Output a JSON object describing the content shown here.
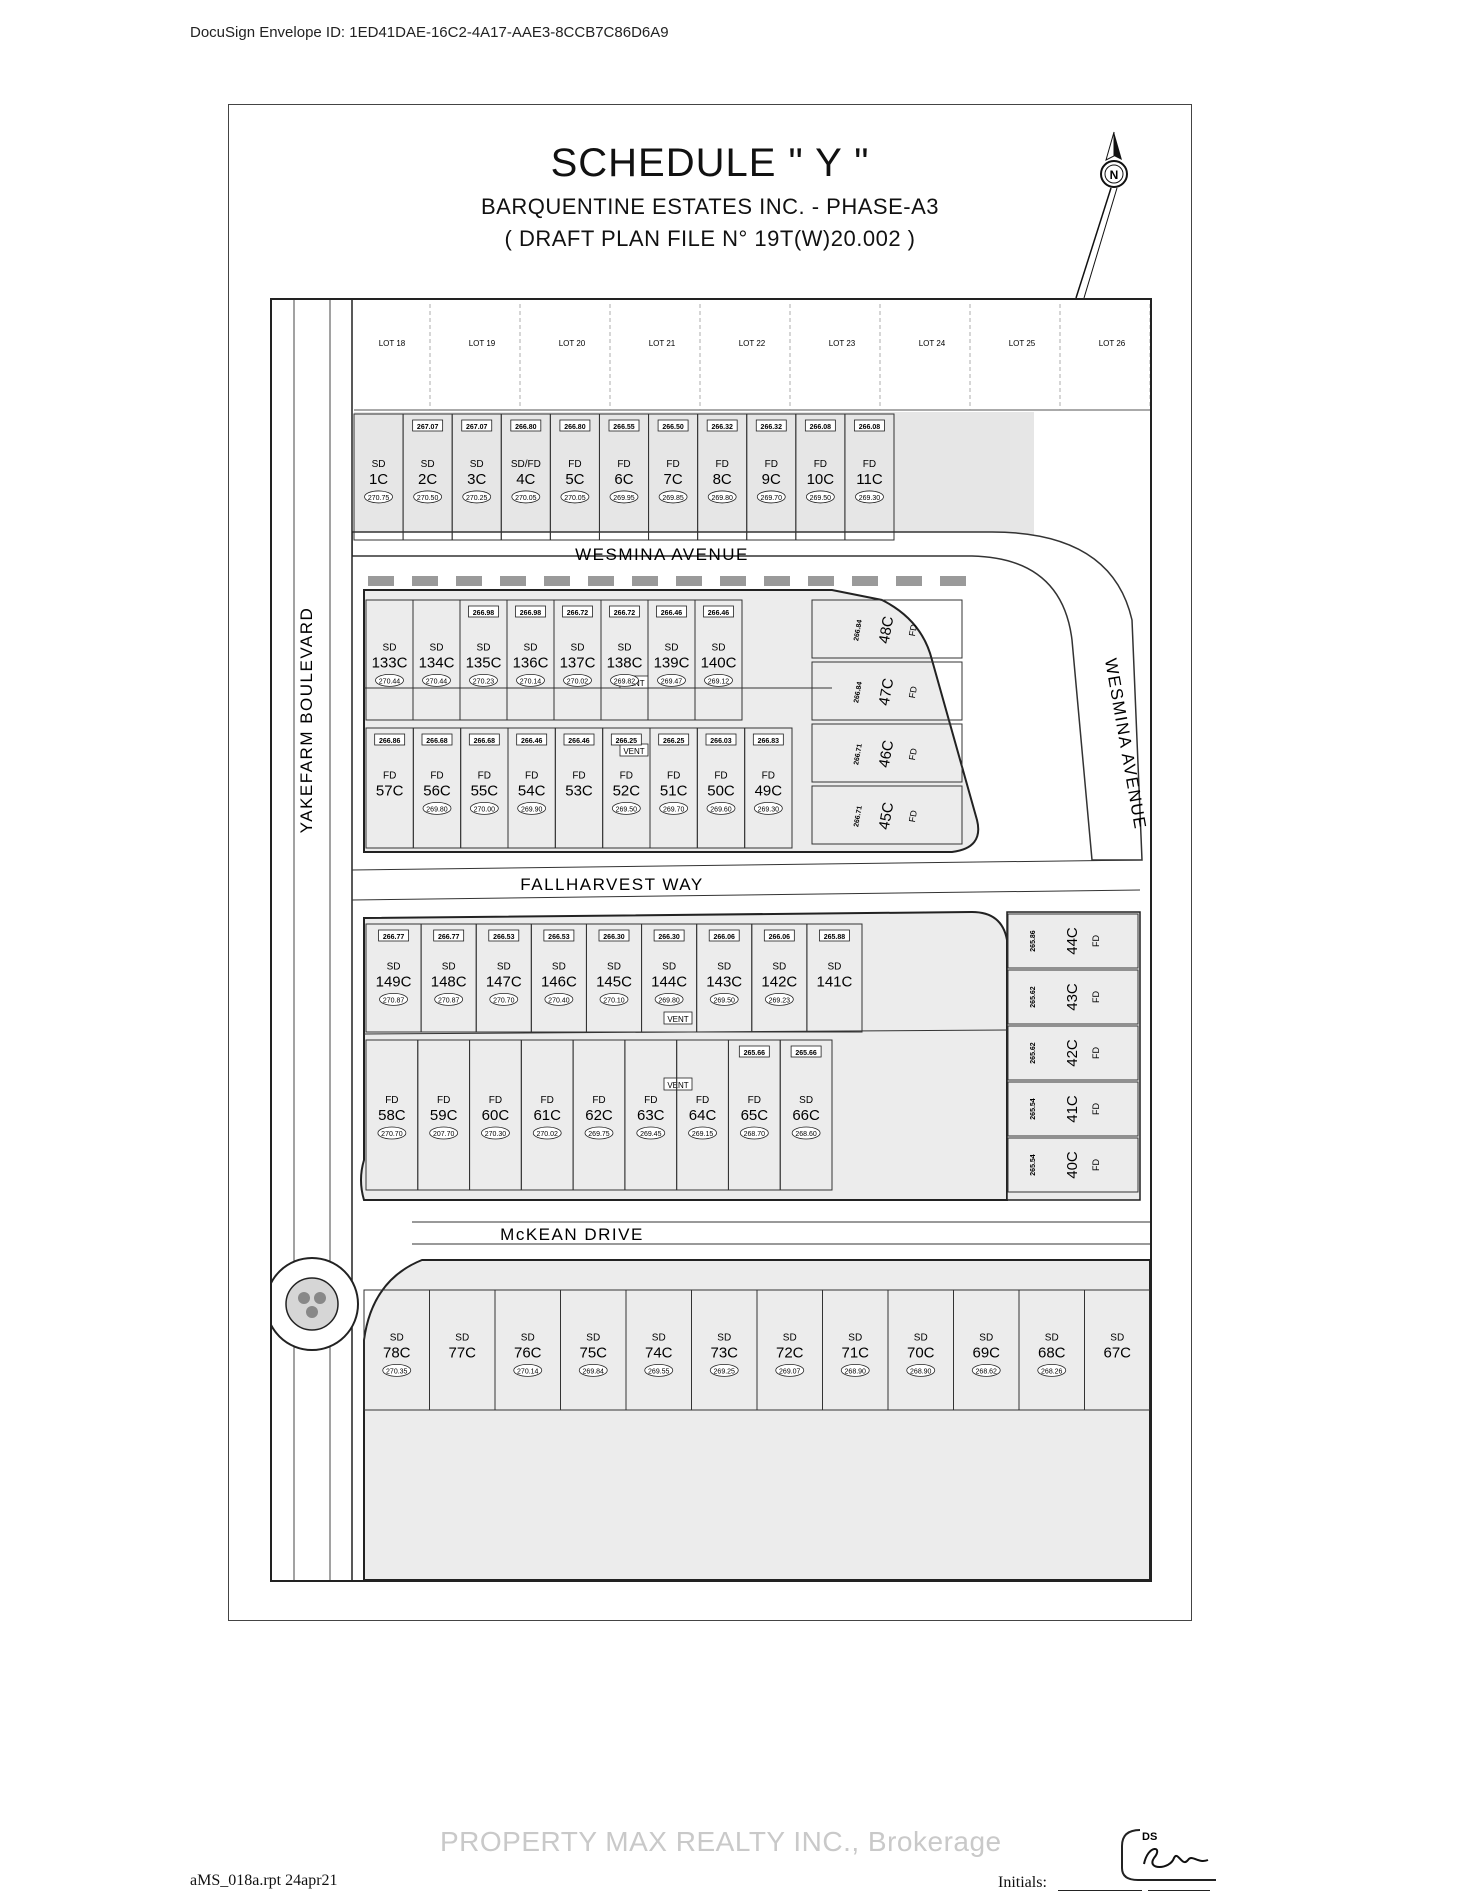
{
  "header": {
    "envelope_id": "DocuSign Envelope ID: 1ED41DAE-16C2-4A17-AAE3-8CCB7C86D6A9"
  },
  "title": {
    "schedule": "SCHEDULE \" Y \"",
    "company": "BARQUENTINE ESTATES INC.  - PHASE-A3",
    "file_no": "( DRAFT PLAN FILE N° 19T(W)20.002 )"
  },
  "north_symbol": "N",
  "streets": {
    "wesmina_top": "WESMINA AVENUE",
    "wesmina_side": "WESMINA AVENUE",
    "yakefarm": "YAKEFARM BOULEVARD",
    "fallharvest": "FALLHARVEST WAY",
    "mckean": "McKEAN DRIVE"
  },
  "existing_lots": [
    "LOT 18",
    "LOT 19",
    "LOT 20",
    "LOT 21",
    "LOT 22",
    "LOT 23",
    "LOT 24",
    "LOT 25",
    "LOT 26"
  ],
  "vent_label": "VENT",
  "rows": {
    "row1": [
      {
        "lot": "1C",
        "type": "SD",
        "elev": "270.75",
        "fg": ""
      },
      {
        "lot": "2C",
        "type": "SD",
        "elev": "270.50",
        "fg": "267.07"
      },
      {
        "lot": "3C",
        "type": "SD",
        "elev": "270.25",
        "fg": "267.07"
      },
      {
        "lot": "4C",
        "type": "SD/FD",
        "elev": "270.05",
        "fg": "266.80"
      },
      {
        "lot": "5C",
        "type": "FD",
        "elev": "270.05",
        "fg": "266.80"
      },
      {
        "lot": "6C",
        "type": "FD",
        "elev": "269.95",
        "fg": "266.55"
      },
      {
        "lot": "7C",
        "type": "FD",
        "elev": "269.85",
        "fg": "266.50"
      },
      {
        "lot": "8C",
        "type": "FD",
        "elev": "269.80",
        "fg": "266.32"
      },
      {
        "lot": "9C",
        "type": "FD",
        "elev": "269.70",
        "fg": "266.32"
      },
      {
        "lot": "10C",
        "type": "FD",
        "elev": "269.50",
        "fg": "266.08"
      },
      {
        "lot": "11C",
        "type": "FD",
        "elev": "269.30",
        "fg": "266.08"
      }
    ],
    "row2": [
      {
        "lot": "133C",
        "type": "SD",
        "elev": "270.44",
        "fg": ""
      },
      {
        "lot": "134C",
        "type": "SD",
        "elev": "270.44",
        "fg": ""
      },
      {
        "lot": "135C",
        "type": "SD",
        "elev": "270.23",
        "fg": "266.98"
      },
      {
        "lot": "136C",
        "type": "SD",
        "elev": "270.14",
        "fg": "266.98"
      },
      {
        "lot": "137C",
        "type": "SD",
        "elev": "270.02",
        "fg": "266.72"
      },
      {
        "lot": "138C",
        "type": "SD",
        "elev": "269.82",
        "fg": "266.72"
      },
      {
        "lot": "139C",
        "type": "SD",
        "elev": "269.47",
        "fg": "266.46"
      },
      {
        "lot": "140C",
        "type": "SD",
        "elev": "269.12",
        "fg": "266.46"
      }
    ],
    "row3": [
      {
        "lot": "57C",
        "type": "FD",
        "elev": "",
        "fg": "266.86"
      },
      {
        "lot": "56C",
        "type": "FD",
        "elev": "269.80",
        "fg": "266.68"
      },
      {
        "lot": "55C",
        "type": "FD",
        "elev": "270.00",
        "fg": "266.68"
      },
      {
        "lot": "54C",
        "type": "FD",
        "elev": "269.90",
        "fg": "266.46"
      },
      {
        "lot": "53C",
        "type": "FD",
        "elev": "",
        "fg": "266.46"
      },
      {
        "lot": "52C",
        "type": "FD",
        "elev": "269.50",
        "fg": "266.25"
      },
      {
        "lot": "51C",
        "type": "FD",
        "elev": "269.70",
        "fg": "266.25"
      },
      {
        "lot": "50C",
        "type": "FD",
        "elev": "269.60",
        "fg": "266.03"
      },
      {
        "lot": "49C",
        "type": "FD",
        "elev": "269.30",
        "fg": "266.83"
      }
    ],
    "row4": [
      {
        "lot": "149C",
        "type": "SD",
        "elev": "270.87",
        "fg": "266.77"
      },
      {
        "lot": "148C",
        "type": "SD",
        "elev": "270.87",
        "fg": "266.77"
      },
      {
        "lot": "147C",
        "type": "SD",
        "elev": "270.70",
        "fg": "266.53"
      },
      {
        "lot": "146C",
        "type": "SD",
        "elev": "270.40",
        "fg": "266.53"
      },
      {
        "lot": "145C",
        "type": "SD",
        "elev": "270.10",
        "fg": "266.30"
      },
      {
        "lot": "144C",
        "type": "SD",
        "elev": "269.80",
        "fg": "266.30"
      },
      {
        "lot": "143C",
        "type": "SD",
        "elev": "269.50",
        "fg": "266.06"
      },
      {
        "lot": "142C",
        "type": "SD",
        "elev": "269.23",
        "fg": "266.06"
      },
      {
        "lot": "141C",
        "type": "SD",
        "elev": "",
        "fg": "265.88"
      }
    ],
    "row5": [
      {
        "lot": "58C",
        "type": "FD",
        "elev": "270.70",
        "fg": ""
      },
      {
        "lot": "59C",
        "type": "FD",
        "elev": "207.70",
        "fg": ""
      },
      {
        "lot": "60C",
        "type": "FD",
        "elev": "270.30",
        "fg": ""
      },
      {
        "lot": "61C",
        "type": "FD",
        "elev": "270.02",
        "fg": ""
      },
      {
        "lot": "62C",
        "type": "FD",
        "elev": "269.75",
        "fg": ""
      },
      {
        "lot": "63C",
        "type": "FD",
        "elev": "269.45",
        "fg": ""
      },
      {
        "lot": "64C",
        "type": "FD",
        "elev": "269.15",
        "fg": ""
      },
      {
        "lot": "65C",
        "type": "FD",
        "elev": "268.70",
        "fg": "265.66"
      },
      {
        "lot": "66C",
        "type": "SD",
        "elev": "268.60",
        "fg": "265.66"
      }
    ],
    "row6": [
      {
        "lot": "78C",
        "type": "SD",
        "elev": "270.35",
        "fg": ""
      },
      {
        "lot": "77C",
        "type": "SD",
        "elev": "",
        "fg": ""
      },
      {
        "lot": "76C",
        "type": "SD",
        "elev": "270.14",
        "fg": ""
      },
      {
        "lot": "75C",
        "type": "SD",
        "elev": "269.84",
        "fg": ""
      },
      {
        "lot": "74C",
        "type": "SD",
        "elev": "269.55",
        "fg": ""
      },
      {
        "lot": "73C",
        "type": "SD",
        "elev": "269.25",
        "fg": ""
      },
      {
        "lot": "72C",
        "type": "SD",
        "elev": "269.07",
        "fg": ""
      },
      {
        "lot": "71C",
        "type": "SD",
        "elev": "268.90",
        "fg": ""
      },
      {
        "lot": "70C",
        "type": "SD",
        "elev": "268.90",
        "fg": ""
      },
      {
        "lot": "69C",
        "type": "SD",
        "elev": "268.62",
        "fg": ""
      },
      {
        "lot": "68C",
        "type": "SD",
        "elev": "268.26",
        "fg": ""
      },
      {
        "lot": "67C",
        "type": "SD",
        "elev": "",
        "fg": ""
      }
    ],
    "east_upper": [
      {
        "lot": "48C",
        "type": "FD",
        "fg": "266.84"
      },
      {
        "lot": "47C",
        "type": "FD",
        "fg": "266.84"
      },
      {
        "lot": "46C",
        "type": "FD",
        "fg": "266.71"
      },
      {
        "lot": "45C",
        "type": "FD",
        "fg": "266.71"
      }
    ],
    "east_lower": [
      {
        "lot": "44C",
        "type": "FD",
        "fg": "265.86"
      },
      {
        "lot": "43C",
        "type": "FD",
        "fg": "265.62"
      },
      {
        "lot": "42C",
        "type": "FD",
        "fg": "265.62"
      },
      {
        "lot": "41C",
        "type": "FD",
        "fg": "265.54"
      },
      {
        "lot": "40C",
        "type": "FD",
        "fg": "265.54"
      }
    ]
  },
  "footer": {
    "report": "aMS_018a.rpt 24apr21",
    "initials_label": "Initials:",
    "ds_label": "DS",
    "watermark": "PROPERTY MAX REALTY INC., Brokerage"
  }
}
